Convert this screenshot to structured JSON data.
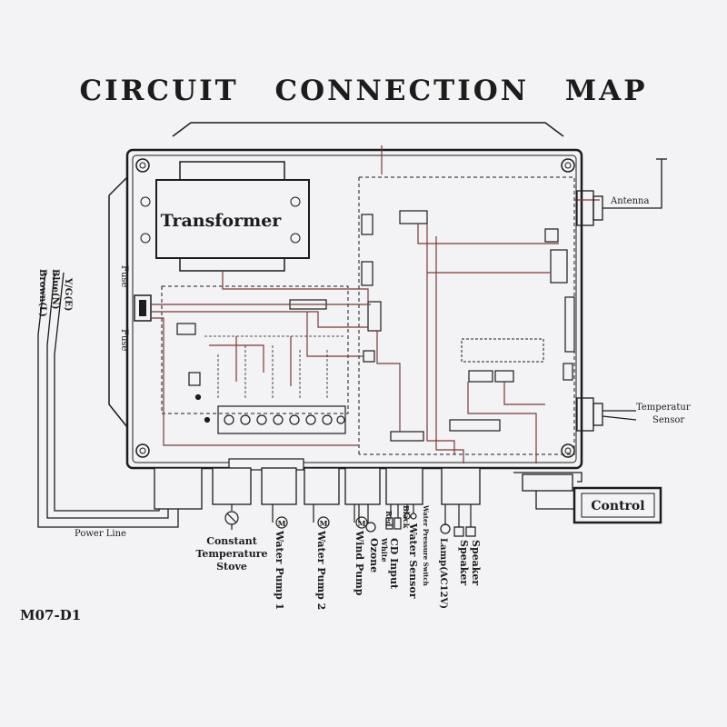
{
  "title": "CIRCUIT  CONNECTION  MAP",
  "model": "M07-D1",
  "components": {
    "transformer": "Transformer",
    "fuse_top": "Fuse",
    "fuse_bottom": "Fuse",
    "antenna": "Antenna",
    "temperature_sensor_line1": "Temperatur",
    "temperature_sensor_line2": "Sensor",
    "control": "Control",
    "power_line": "Power Line"
  },
  "power_wires": [
    "Y/G(E)",
    "Blue(N)",
    "Brown(L)"
  ],
  "outputs": {
    "stove_line1": "Constant",
    "stove_line2": "Temperature",
    "stove_line3": "Stove",
    "pump1": "Water Pump 1",
    "pump2": "Water Pump 2",
    "wind_pump": "Wind Pump",
    "ozone": "Ozone",
    "red": "Red",
    "white": "White",
    "cd_input": "CD Input",
    "black": "Black",
    "water_sensor": "Water Sensor",
    "pressure_switch": "Water Pressure Switch",
    "lamp": "Lamp(AC12V)",
    "speaker1": "Speaker",
    "speaker2": "Speaker",
    "motor_symbol": "M"
  },
  "colors": {
    "ink": "#1c1c1c",
    "wire_red": "#7a3b3b",
    "paper": "#f3f2f4"
  }
}
